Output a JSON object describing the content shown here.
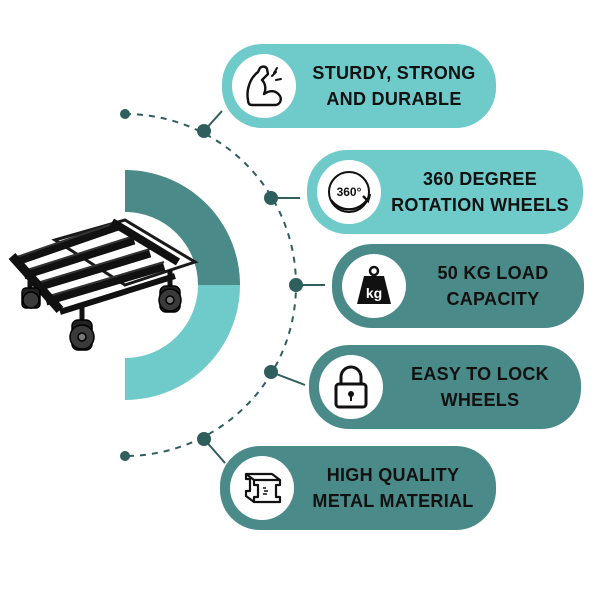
{
  "colors": {
    "teal_light": "#6fcaca",
    "teal_dark": "#4a8a88",
    "line": "#2f5f5c",
    "text": "#111111"
  },
  "features": [
    {
      "lines": [
        "STURDY, STRONG",
        "AND DURABLE"
      ],
      "icon": "flexed-arm-icon",
      "tone": "light"
    },
    {
      "lines": [
        "360 DEGREE",
        "ROTATION WHEELS"
      ],
      "icon": "rotation-360-icon",
      "badge": "360°",
      "tone": "light"
    },
    {
      "lines": [
        "50 KG LOAD",
        "CAPACITY"
      ],
      "icon": "weight-kg-icon",
      "badge": "kg",
      "tone": "dark"
    },
    {
      "lines": [
        "EASY TO LOCK",
        "WHEELS"
      ],
      "icon": "padlock-icon",
      "tone": "dark"
    },
    {
      "lines": [
        "HIGH QUALITY",
        "METAL MATERIAL"
      ],
      "icon": "steel-beam-icon",
      "tone": "dark"
    }
  ]
}
